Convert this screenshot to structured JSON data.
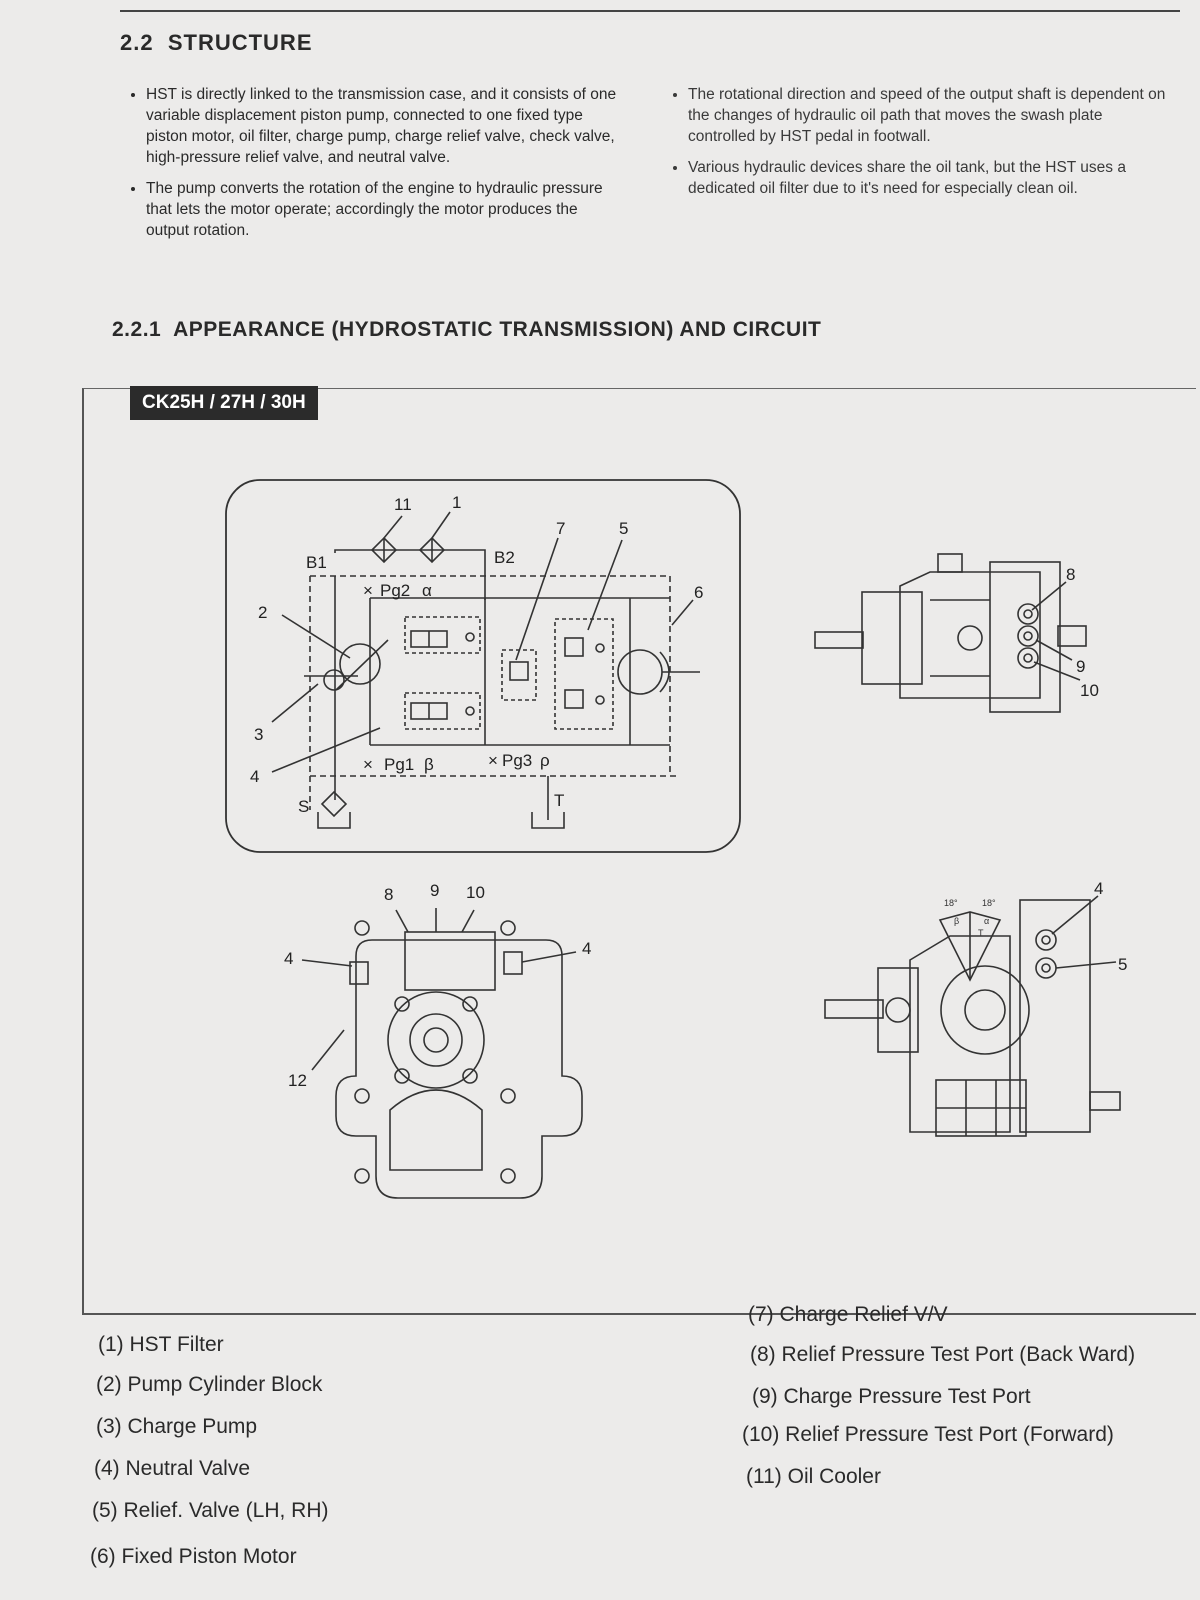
{
  "section": {
    "number": "2.2",
    "title": "STRUCTURE"
  },
  "bullets_left": [
    "HST is directly linked to the transmission case, and it consists of one variable displacement piston pump, connected to one fixed type piston motor, oil filter, charge pump, charge relief valve, check valve, high-pressure relief valve, and neutral valve.",
    "The pump converts the rotation of the engine to hydraulic pressure that lets the motor operate; accordingly the motor produces the output rotation."
  ],
  "bullets_right": [
    "The rotational direction and speed of the output shaft is dependent on the changes of hydraulic oil path that moves the swash plate controlled by HST pedal in footwall.",
    "Various hydraulic devices share the oil tank, but the HST uses a dedicated oil filter due to it's need for especially clean oil."
  ],
  "subsection": {
    "number": "2.2.1",
    "title": "APPEARANCE (HYDROSTATIC TRANSMISSION) AND CIRCUIT"
  },
  "model_tag": "CK25H / 27H / 30H",
  "circuit_labels": {
    "n11": "11",
    "n1": "1",
    "n7": "7",
    "n5": "5",
    "n6": "6",
    "n2": "2",
    "n3": "3",
    "n4": "4",
    "b1": "B1",
    "b2": "B2",
    "pg2": "Pg2",
    "pg2_sym": "α",
    "pg1": "Pg1",
    "pg1_sym": "β",
    "pg3": "Pg3",
    "pg3_sym": "ρ",
    "s": "S",
    "t": "T"
  },
  "view_labels": {
    "side_top": {
      "n8": "8",
      "n9": "9",
      "n10": "10"
    },
    "front": {
      "n8": "8",
      "n9": "9",
      "n10": "10",
      "n4_left": "4",
      "n4_right": "4",
      "n12": "12"
    },
    "side_bottom": {
      "n4": "4",
      "n5": "5",
      "angle_left": "18°",
      "angle_right": "18°",
      "beta": "β",
      "alpha": "α",
      "t": "T"
    }
  },
  "legend_left": [
    "(1) HST Filter",
    "(2) Pump Cylinder Block",
    "(3) Charge Pump",
    "(4) Neutral Valve",
    "(5) Relief. Valve (LH, RH)",
    "(6) Fixed Piston Motor"
  ],
  "legend_right": [
    "(7) Charge Relief V/V",
    "(8) Relief Pressure Test Port (Back Ward)",
    "(9) Charge Pressure Test Port",
    "(10) Relief Pressure Test Port (Forward)",
    "(11) Oil Cooler"
  ]
}
